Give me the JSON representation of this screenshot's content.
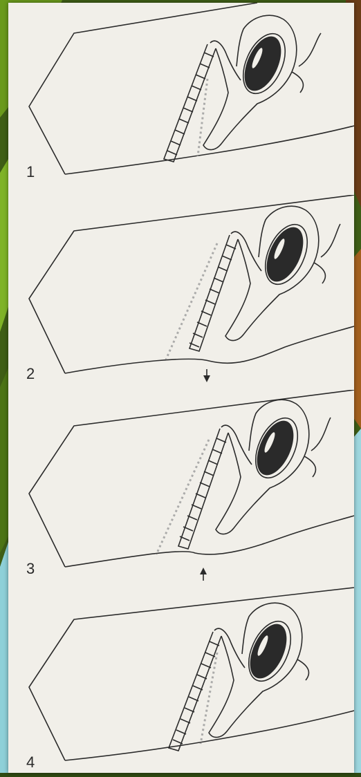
{
  "panels": [
    {
      "label": "1",
      "arrow": "none"
    },
    {
      "label": "2",
      "arrow": "down"
    },
    {
      "label": "3",
      "arrow": "up"
    },
    {
      "label": "4",
      "arrow": "none"
    }
  ],
  "colors": {
    "background": "#2f4a12",
    "paper": "#f1efe9",
    "ink": "#2b2b2b",
    "eye": "#2a2a2a"
  }
}
